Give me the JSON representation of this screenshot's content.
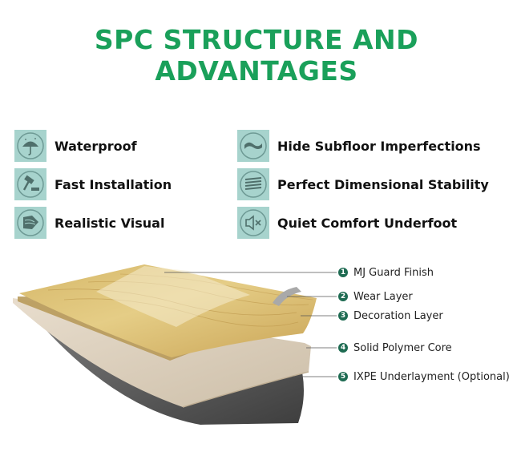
{
  "title": "SPC STRUCTURE AND ADVANTAGES",
  "colors": {
    "title": "#1aa05a",
    "icon_bg": "#a7d3cd",
    "icon_ring": "#6e9a95",
    "badge": "#1e6b52"
  },
  "features": [
    {
      "label": "Waterproof",
      "icon": "umbrella-icon"
    },
    {
      "label": "Hide Subfloor Imperfections",
      "icon": "wave-layers-icon"
    },
    {
      "label": "Fast Installation",
      "icon": "hammer-icon"
    },
    {
      "label": "Perfect Dimensional Stability",
      "icon": "stacked-lines-icon"
    },
    {
      "label": "Realistic Visual",
      "icon": "wood-grain-icon"
    },
    {
      "label": "Quiet Comfort Underfoot",
      "icon": "mute-speaker-icon"
    }
  ],
  "layers": [
    {
      "num": "1",
      "label": "MJ Guard Finish"
    },
    {
      "num": "2",
      "label": "Wear Layer"
    },
    {
      "num": "3",
      "label": "Decoration Layer"
    },
    {
      "num": "4",
      "label": "Solid Polymer Core"
    },
    {
      "num": "5",
      "label": "IXPE Underlayment (Optional)"
    }
  ]
}
